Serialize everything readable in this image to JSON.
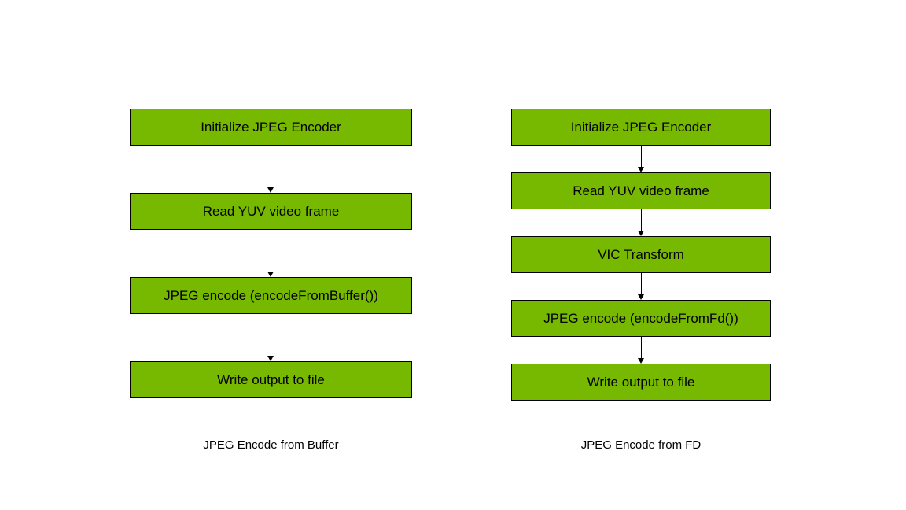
{
  "colors": {
    "node_fill": "#76b900",
    "node_border": "#000000",
    "text": "#000000",
    "arrow": "#000000",
    "page_background": "#ffffff"
  },
  "charts": [
    {
      "id": "buffer",
      "caption": "JPEG Encode from Buffer",
      "steps": [
        "Initialize JPEG Encoder",
        "Read YUV video frame",
        "JPEG encode (encodeFromBuffer())",
        "Write output to file"
      ]
    },
    {
      "id": "fd",
      "caption": "JPEG Encode from FD",
      "steps": [
        "Initialize JPEG Encoder",
        "Read YUV video frame",
        "VIC Transform",
        "JPEG encode (encodeFromFd())",
        "Write output to file"
      ]
    }
  ]
}
